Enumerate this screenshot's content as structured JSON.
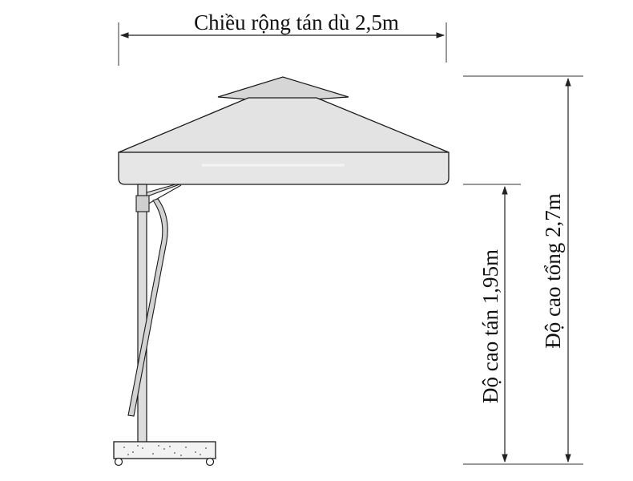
{
  "labels": {
    "canopy_width": "Chiều rộng tán dù 2,5m",
    "canopy_height": "Độ cao tán 1,95m",
    "total_height": "Độ cao tổng 2,7m"
  },
  "colors": {
    "line": "#1a1a1a",
    "canopy_fill": "#e3e3e3",
    "canopy_top_fill": "#d6d6d6",
    "pole_fill": "#d9d9d9",
    "base_fill": "#f0f0f0",
    "dimension_line": "#333333"
  }
}
